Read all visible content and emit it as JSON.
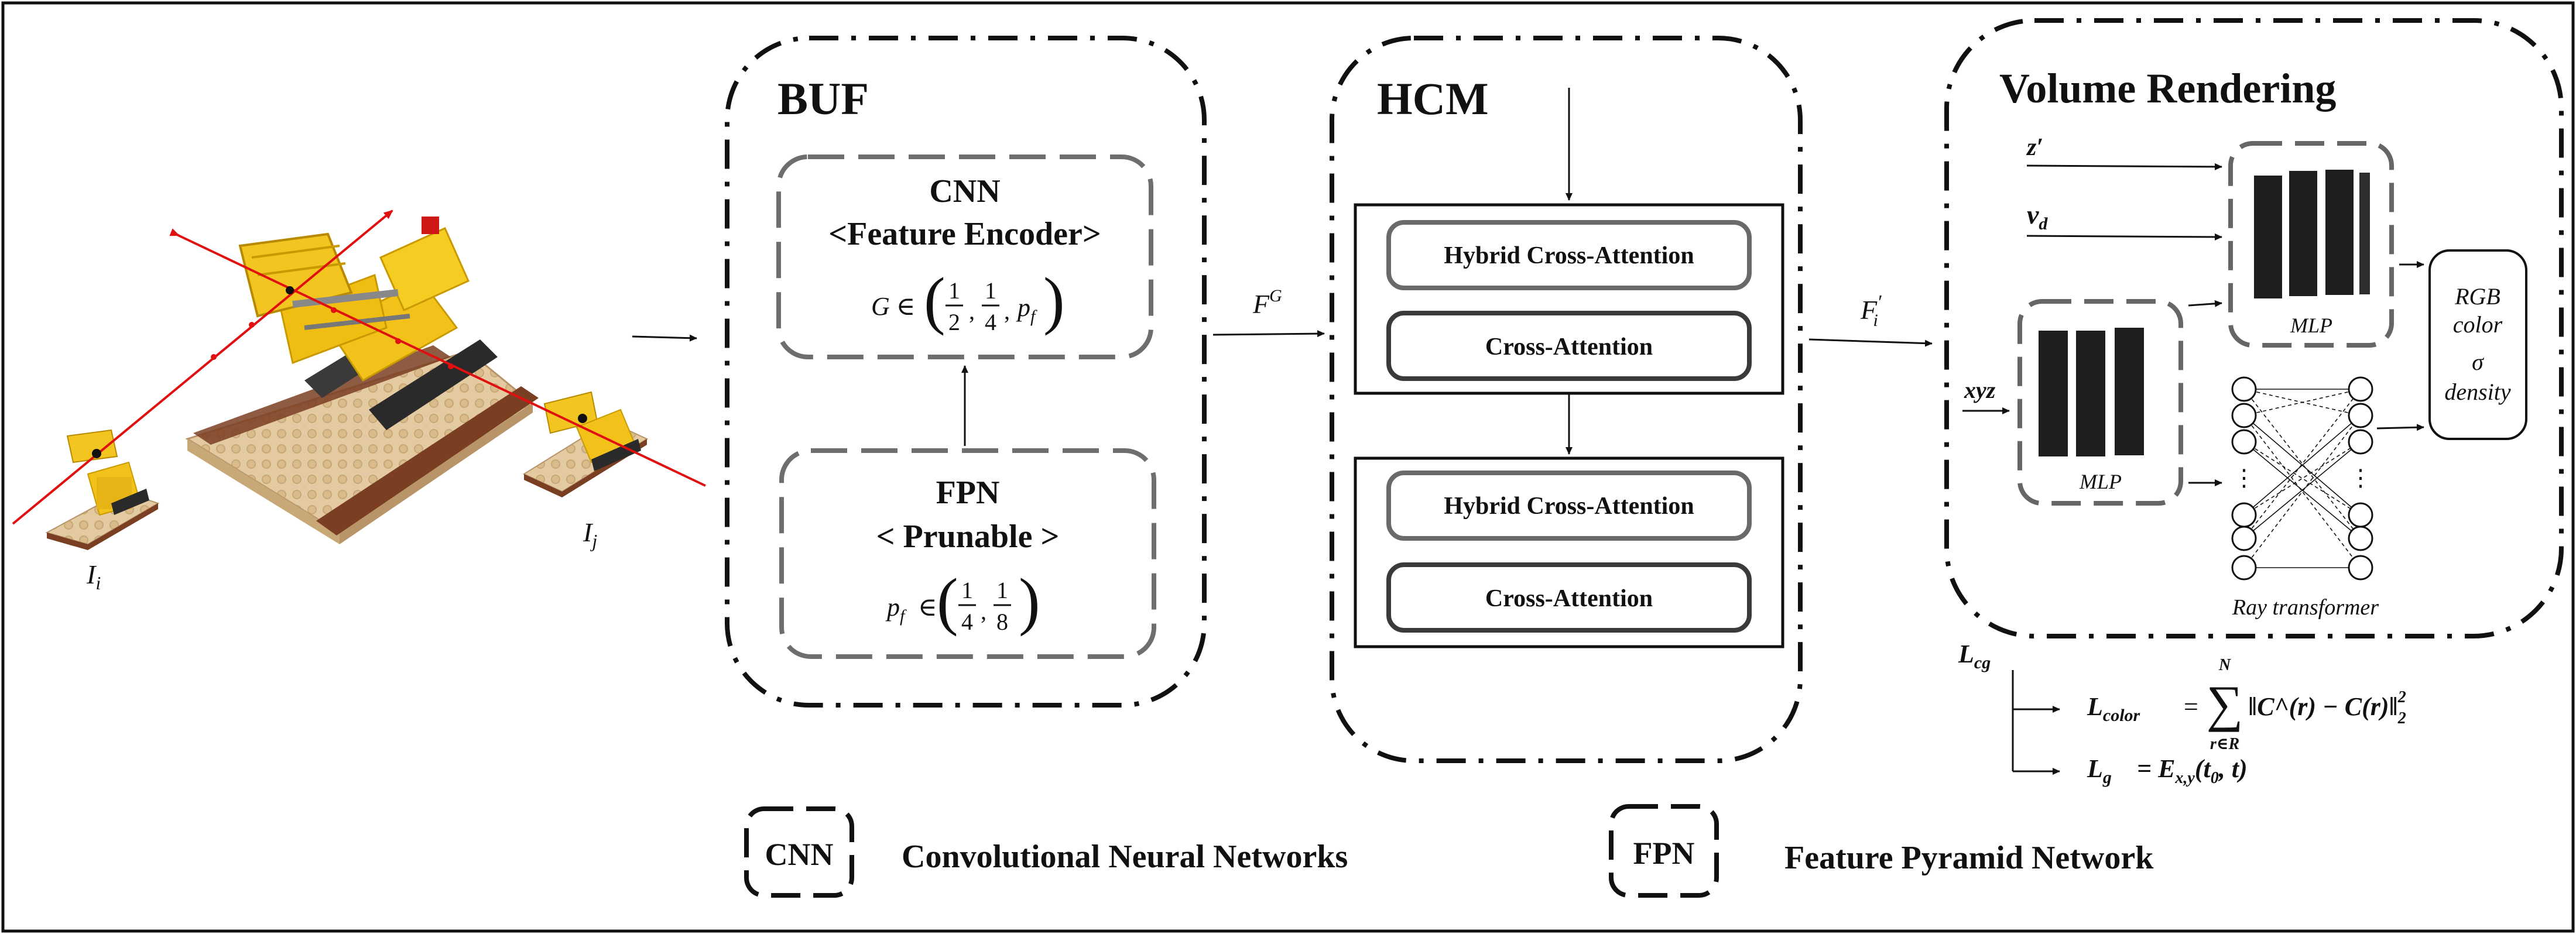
{
  "input_views": {
    "label_i": "I",
    "label_i_sub": "i",
    "label_j": "I",
    "label_j_sub": "j"
  },
  "buf": {
    "title": "BUF",
    "cnn_title": "CNN",
    "cnn_subtitle": "<Feature Encoder>",
    "cnn_formula_lhs": "G ∈",
    "cnn_formula_args": [
      "1",
      "2",
      "1",
      "4",
      "p",
      "f"
    ],
    "fpn_title": "FPN",
    "fpn_subtitle": "< Prunable >",
    "fpn_formula_lhs": "p",
    "fpn_formula_lhs_sub": "f",
    "fpn_formula_in": "∈",
    "fpn_formula_args": [
      "1",
      "4",
      "1",
      "8"
    ]
  },
  "edges": {
    "fg_label": "F",
    "fg_sup": "G",
    "fi_label": "F",
    "fi_sub": "i",
    "fi_prime": "′"
  },
  "hcm": {
    "title": "HCM",
    "block1_hybrid": "Hybrid Cross-Attention",
    "block1_cross": "Cross-Attention",
    "block2_hybrid": "Hybrid Cross-Attention",
    "block2_cross": "Cross-Attention"
  },
  "volume_rendering": {
    "title": "Volume Rendering",
    "input_z": "z′",
    "input_vd": "v",
    "input_vd_sub": "d",
    "input_xyz": "xyz",
    "mlp_top_label": "MLP",
    "mlp_bottom_label": "MLP",
    "ray_transformer_label": "Ray transformer",
    "output_rgb": "RGB",
    "output_color": "color",
    "output_sigma": "σ",
    "output_density": "density"
  },
  "losses": {
    "total": "L",
    "total_sub": "cg",
    "color_lhs": "L",
    "color_lhs_sub": "color",
    "color_eq": "=",
    "sum_top": "N",
    "sum_bottom": "r∈R",
    "color_body": "‖C^(r) − C(r)‖",
    "color_sub": "2",
    "color_sup": "2",
    "g_lhs": "L",
    "g_lhs_sub": "g",
    "g_rhs": "= E",
    "g_rhs_sub": "x,y",
    "g_args": "(t",
    "g_args_sub": "0",
    "g_args_end": ", t)"
  },
  "legend": {
    "cnn_key": "CNN",
    "cnn_desc": "Convolutional Neural Networks",
    "fpn_key": "FPN",
    "fpn_desc": "Feature Pyramid Network"
  }
}
